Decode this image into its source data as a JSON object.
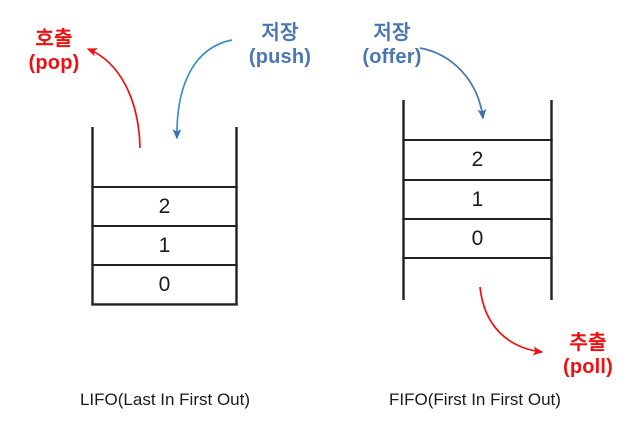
{
  "diagram": {
    "title_left": "LIFO(Last In First Out)",
    "title_right": "FIFO(First In First Out)",
    "colors": {
      "red": "#EE1111",
      "blue": "#4A77B4",
      "structure_stroke": "#222222",
      "background": "#FFFFFF"
    }
  },
  "stack": {
    "caption": "LIFO(Last In First Out)",
    "cells": [
      {
        "value": "2"
      },
      {
        "value": "1"
      },
      {
        "value": "0"
      }
    ],
    "in_label": {
      "korean": "저장",
      "english": "(push)"
    },
    "out_label": {
      "korean": "호출",
      "english": "(pop)"
    }
  },
  "queue": {
    "caption": "FIFO(First In First Out)",
    "cells": [
      {
        "value": "2"
      },
      {
        "value": "1"
      },
      {
        "value": "0"
      }
    ],
    "in_label": {
      "korean": "저장",
      "english": "(offer)"
    },
    "out_label": {
      "korean": "추출",
      "english": "(poll)"
    }
  }
}
